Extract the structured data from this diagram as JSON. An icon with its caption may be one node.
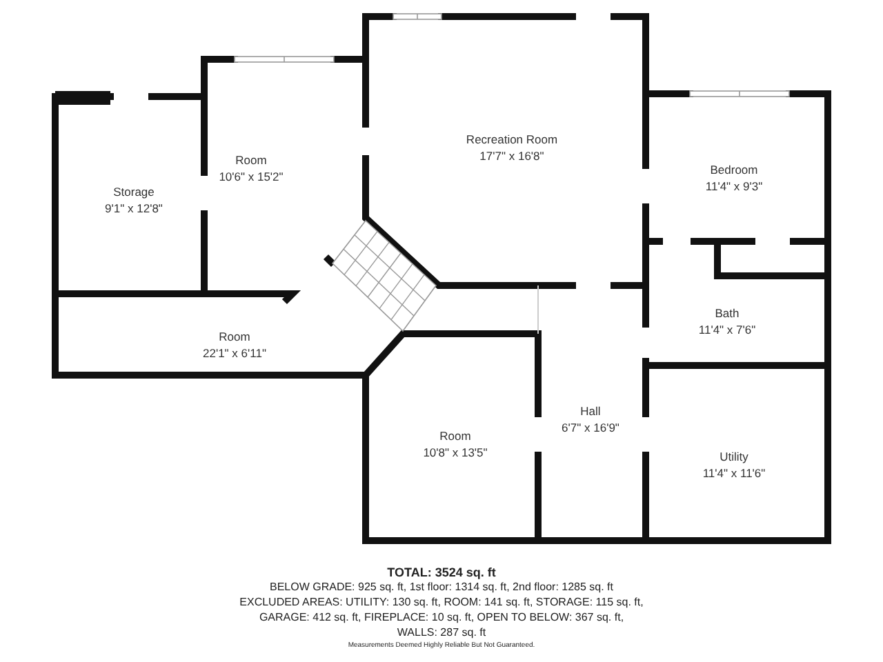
{
  "diagram": {
    "nodes": [
      {
        "text": [
          "Room",
          "10'6\" x 15'2\""
        ]
      },
      {
        "text": [
          "Recreation Room",
          "17'7\" x 16'8\""
        ]
      },
      {
        "text": [
          "Storage",
          "9'1\" x 12'8\""
        ]
      },
      {
        "text": [
          "Bedroom",
          "11'4\" x 9'3\""
        ]
      },
      {
        "text": [
          "Bath",
          "11'4\" x 7'6\""
        ]
      },
      {
        "text": [
          "Room",
          "22'1\" x 6'11\""
        ]
      },
      {
        "text": [
          "Hall",
          "6'7\" x 16'9\""
        ]
      },
      {
        "text": [
          "Room",
          "10'8\" x 13'5\""
        ]
      },
      {
        "text": [
          "Utility",
          "11'4\" x 11'6\""
        ]
      }
    ],
    "labels": [
      "TOTAL: 3524 sq. ft",
      "BELOW GRADE: 925 sq. ft, 1st floor: 1314 sq. ft, 2nd floor: 1285 sq. ft",
      "EXCLUDED AREAS: UTILITY: 130 sq. ft, ROOM: 141 sq. ft, STORAGE: 115 sq. ft,",
      "GARAGE: 412 sq. ft, FIREPLACE: 10 sq. ft, OPEN TO BELOW: 367 sq. ft,",
      "WALLS: 287 sq. ft",
      "Measurements Deemed Highly Reliable But Not Guaranteed."
    ]
  }
}
